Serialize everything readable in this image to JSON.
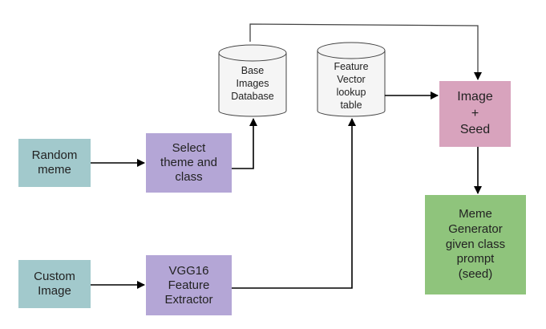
{
  "nodes": {
    "random_meme": "Random\nmeme",
    "custom_image": "Custom\nImage",
    "select_theme": "Select\ntheme and\nclass",
    "vgg16": "VGG16\nFeature\nExtractor",
    "base_images_db": "Base\nImages\nDatabase",
    "feature_vector_table": "Feature\nVector\nlookup\ntable",
    "image_seed": "Image\n+\nSeed",
    "meme_generator": "Meme\nGenerator\ngiven class\nprompt\n(seed)"
  },
  "colors": {
    "teal": "#a2c9cc",
    "purple": "#b4a6d6",
    "pink": "#d8a3bd",
    "green": "#8fc47c",
    "cylinder": "#f5f5f5",
    "line": "#000000"
  }
}
